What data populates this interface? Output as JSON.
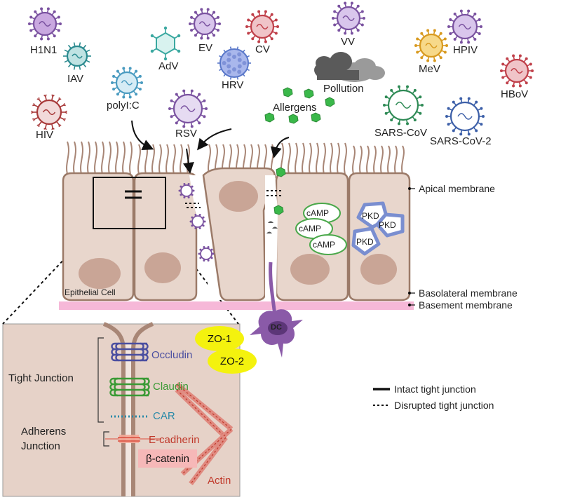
{
  "viruses": [
    {
      "id": "h1n1",
      "label": "H1N1",
      "color": "#7a52a0",
      "fill": "#c9a8e0",
      "spike": "ball"
    },
    {
      "id": "iav",
      "label": "IAV",
      "color": "#2b8a8f",
      "fill": "#bfe3e3",
      "spike": "stick"
    },
    {
      "id": "adv",
      "label": "AdV",
      "color": "#3aa8a0",
      "fill": "#d8f2ef",
      "spike": "hex"
    },
    {
      "id": "ev",
      "label": "EV",
      "color": "#7a52a0",
      "fill": "#d9c6ec",
      "spike": "ball"
    },
    {
      "id": "hrv",
      "label": "HRV",
      "color": "#5a78c9",
      "fill": "#a9b7ec",
      "spike": "hrv"
    },
    {
      "id": "cv",
      "label": "CV",
      "color": "#c0404a",
      "fill": "#f0c4c8",
      "spike": "ball"
    },
    {
      "id": "vv",
      "label": "VV",
      "color": "#7a52a0",
      "fill": "#d9c6ec",
      "spike": "ball"
    },
    {
      "id": "mev",
      "label": "MeV",
      "color": "#d89a20",
      "fill": "#f7d98a",
      "spike": "ball"
    },
    {
      "id": "hpiv",
      "label": "HPIV",
      "color": "#7a52a0",
      "fill": "#d9c6ec",
      "spike": "ball"
    },
    {
      "id": "hbov",
      "label": "HBoV",
      "color": "#c0404a",
      "fill": "#f0c4c8",
      "spike": "ball"
    },
    {
      "id": "hiv",
      "label": "HIV",
      "color": "#a83a3a",
      "fill": "#f2dada",
      "spike": "y"
    },
    {
      "id": "polyic",
      "label": "polyI:C",
      "color": "#4a9bc0",
      "fill": "#d6ecf5",
      "spike": "ball"
    },
    {
      "id": "rsv",
      "label": "RSV",
      "color": "#7a52a0",
      "fill": "#e6dbf2",
      "spike": "ball"
    },
    {
      "id": "sarscov",
      "label": "SARS-CoV",
      "color": "#2e8a55",
      "fill": "#ffffff",
      "spike": "ball"
    },
    {
      "id": "sarscov2",
      "label": "SARS-CoV-2",
      "color": "#3c5fa8",
      "fill": "#ffffff",
      "spike": "ball"
    }
  ],
  "labels": {
    "pollution": "Pollution",
    "allergens": "Allergens",
    "epithelial_cell": "Epithelial Cell",
    "dc": "DC"
  },
  "membranes": {
    "apical": "Apical membrane",
    "basolateral": "Basolateral  membrane",
    "basement": "Basement membrane"
  },
  "second_messengers": [
    "cAMP",
    "cAMP",
    "cAMP"
  ],
  "kinases": [
    "PKD",
    "PKD",
    "PKD"
  ],
  "inset": {
    "tight_junction": "Tight Junction",
    "adherens_junction": [
      "Adherens",
      "Junction"
    ],
    "occludin": "Occludin",
    "claudin": "Claudin",
    "car": "CAR",
    "ecadherin": "E-cadherin",
    "betacatenin": "β-catenin",
    "actin": "Actin",
    "zo1": "ZO-1",
    "zo2": "ZO-2"
  },
  "legend": {
    "intact": "Intact tight junction",
    "disrupted": "Disrupted tight junction"
  },
  "colors": {
    "cell_fill": "#e8d6cc",
    "cell_stroke": "#9b7a68",
    "nucleus": "#c9a596",
    "basement": "#f6b8d8",
    "inset_bg": "#e6d2c8",
    "occludin": "#4a4ea0",
    "claudin": "#3a9a35",
    "car": "#2a8aa8",
    "cadherin": "#d94a3a",
    "catenin_bg": "#f6b8b8",
    "zo_bg": "#f4f20e",
    "dc": "#8a5aa8",
    "allergen": "#3ab84a",
    "camp": "#4aa84a",
    "pkd": "#7a8ed0"
  }
}
